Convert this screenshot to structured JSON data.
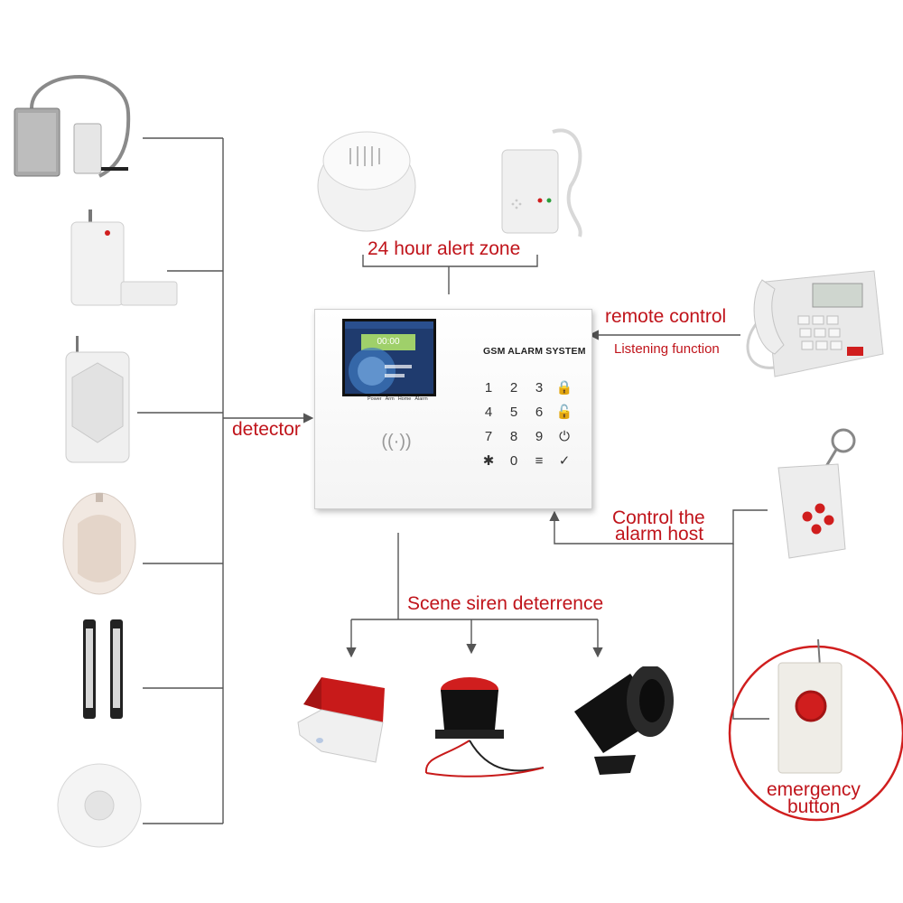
{
  "labels": {
    "alert_zone": "24 hour alert zone",
    "remote_control": "remote control",
    "listening": "Listening function",
    "detector": "detector",
    "control_line1": "Control the",
    "control_line2": "alarm host",
    "scene_siren": "Scene siren deterrence",
    "emergency_line1": "emergency",
    "emergency_line2": "button"
  },
  "panel": {
    "title": "GSM  ALARM SYSTEM",
    "lcd_time": "00:00",
    "status": [
      "Power",
      "Arm",
      "Home",
      "Alarm"
    ],
    "keys": [
      "1",
      "2",
      "3",
      "🔒",
      "4",
      "5",
      "6",
      "🔓",
      "7",
      "8",
      "9",
      "⏻",
      "✱",
      "0",
      "≡",
      "✓"
    ]
  },
  "colors": {
    "label_red": "#c0141b",
    "line_gray": "#555555",
    "siren_red": "#d01e1e"
  },
  "devices": [
    "door-magnetic-sensor-wired-icon",
    "door-magnetic-sensor-wireless-icon",
    "pir-motion-detector-icon",
    "curtain-pir-detector-icon",
    "infrared-beam-detector-icon",
    "ceiling-pir-detector-icon",
    "smoke-detector-icon",
    "gas-detector-icon",
    "telephone-icon",
    "remote-keyfob-icon",
    "strobe-siren-icon",
    "wired-siren-icon",
    "horn-speaker-icon",
    "emergency-button-icon"
  ]
}
